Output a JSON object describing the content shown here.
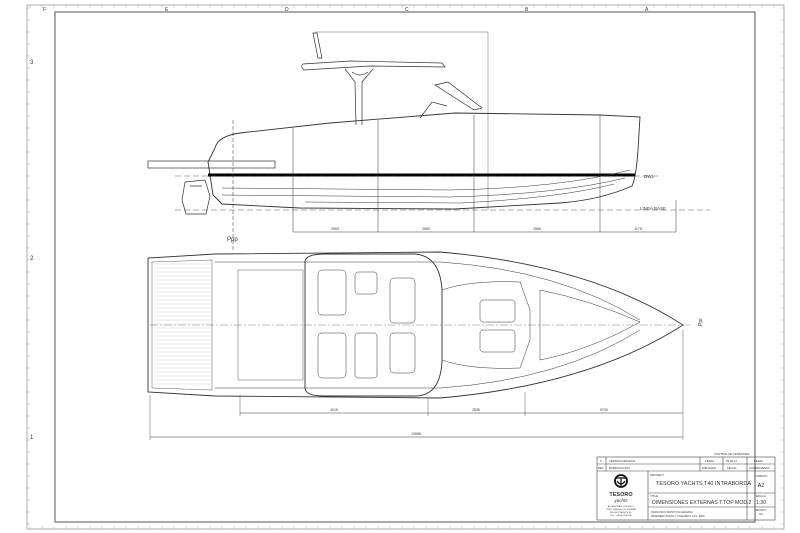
{
  "sheet": {
    "zone_letters": [
      "F",
      "E",
      "D",
      "C",
      "B",
      "A"
    ],
    "zone_numbers": [
      "3",
      "2",
      "1"
    ]
  },
  "side_view": {
    "waterline_label": "DWL",
    "baseline_label": "LINEA BASE",
    "dimensions": [
      "2553",
      "2550",
      "2566",
      "1175"
    ]
  },
  "plan_view": {
    "aft_label": "Ppp",
    "bow_label": "Ppr",
    "dimensions": [
      "4015",
      "2835",
      "5700"
    ],
    "overall_length": "12658"
  },
  "title_block": {
    "version_note": "CONTROL DE VERSIONES",
    "rev_rows": [
      {
        "rev": "0",
        "desc": "VERSION ORIGINAL",
        "sign": "FIRMA",
        "date": "29.05.21",
        "check": "FIRMA"
      },
      {
        "rev": "REV",
        "desc": "MODIFICACION",
        "sign": "DIBUJADO",
        "date": "FECHA",
        "check": "COMPROBADO"
      }
    ],
    "logo_text": "TESORO",
    "logo_script": "yachts",
    "company_lines": [
      "AV. ALBORAN, TESORO 1",
      "29011 CASTELLON, ESPAÑA",
      "TESORO YACHTS S.L.",
      "TEL. +34 600 000 000"
    ],
    "project_label": "PROJECT",
    "project": "TESORO YACHTS T40 INTRABORDA",
    "format_label": "FORMATO",
    "format": "A2",
    "title_label": "TITLE",
    "title": "DIMENSIONES EXTERNAS T.TOP MOD.2",
    "scale_label": "ESCALA",
    "scale": "1:30",
    "author_lines": [
      "FRANCISCO MONTOYA GALDANA",
      "INGENIERO NAVAL Y OCEANICO COL. 3000"
    ],
    "drawing_no_label": "DRAW Nº",
    "drawing_no": "001"
  }
}
